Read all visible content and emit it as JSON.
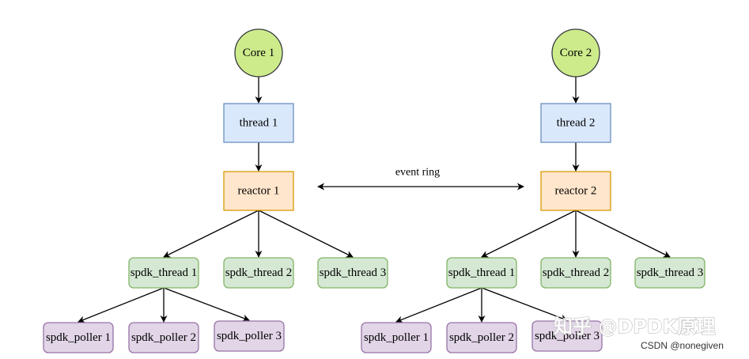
{
  "diagram": {
    "nodes": {
      "core1": {
        "label": "Core 1",
        "kind": "core"
      },
      "thread1": {
        "label": "thread 1",
        "kind": "thread"
      },
      "reactor1": {
        "label": "reactor 1",
        "kind": "reactor"
      },
      "st1_1": {
        "label": "spdk_thread 1",
        "kind": "spdk_thread"
      },
      "st1_2": {
        "label": "spdk_thread 2",
        "kind": "spdk_thread"
      },
      "st1_3": {
        "label": "spdk_thread 3",
        "kind": "spdk_thread"
      },
      "p1_1": {
        "label": "spdk_poller 1",
        "kind": "spdk_poller"
      },
      "p1_2": {
        "label": "spdk_poller 2",
        "kind": "spdk_poller"
      },
      "p1_3": {
        "label": "spdk_poller 3",
        "kind": "spdk_poller"
      },
      "core2": {
        "label": "Core 2",
        "kind": "core"
      },
      "thread2": {
        "label": "thread 2",
        "kind": "thread"
      },
      "reactor2": {
        "label": "reactor 2",
        "kind": "reactor"
      },
      "st2_1": {
        "label": "spdk_thread 1",
        "kind": "spdk_thread"
      },
      "st2_2": {
        "label": "spdk_thread 2",
        "kind": "spdk_thread"
      },
      "st2_3": {
        "label": "spdk_thread 3",
        "kind": "spdk_thread"
      },
      "p2_1": {
        "label": "spdk_poller 1",
        "kind": "spdk_poller"
      },
      "p2_2": {
        "label": "spdk_poller 2",
        "kind": "spdk_poller"
      },
      "p2_3": {
        "label": "spdk_poller 3",
        "kind": "spdk_poller"
      }
    },
    "edges": [
      {
        "from": "core1",
        "to": "thread1"
      },
      {
        "from": "thread1",
        "to": "reactor1"
      },
      {
        "from": "reactor1",
        "to": "st1_1"
      },
      {
        "from": "reactor1",
        "to": "st1_2"
      },
      {
        "from": "reactor1",
        "to": "st1_3"
      },
      {
        "from": "st1_1",
        "to": "p1_1"
      },
      {
        "from": "st1_1",
        "to": "p1_2"
      },
      {
        "from": "st1_1",
        "to": "p1_3"
      },
      {
        "from": "core2",
        "to": "thread2"
      },
      {
        "from": "thread2",
        "to": "reactor2"
      },
      {
        "from": "reactor2",
        "to": "st2_1"
      },
      {
        "from": "reactor2",
        "to": "st2_2"
      },
      {
        "from": "reactor2",
        "to": "st2_3"
      },
      {
        "from": "st2_1",
        "to": "p2_1"
      },
      {
        "from": "st2_1",
        "to": "p2_2"
      },
      {
        "from": "st2_1",
        "to": "p2_3"
      }
    ],
    "link": {
      "from": "reactor1",
      "to": "reactor2",
      "label": "event ring",
      "bidirectional": true
    },
    "colors": {
      "core_fill": "#cdeb8b",
      "core_stroke": "#36393d",
      "thread_fill": "#dae8fc",
      "thread_stroke": "#6c8ebf",
      "reactor_fill": "#ffe6cc",
      "reactor_stroke": "#d79b00",
      "spdk_thread_fill": "#d5e8d4",
      "spdk_thread_stroke": "#82b366",
      "spdk_poller_fill": "#e1d5e7",
      "spdk_poller_stroke": "#9673a6",
      "edge": "#000000"
    }
  },
  "watermark": {
    "main": "知乎 @DPDK原理",
    "sub": "CSDN @nonegiven"
  }
}
